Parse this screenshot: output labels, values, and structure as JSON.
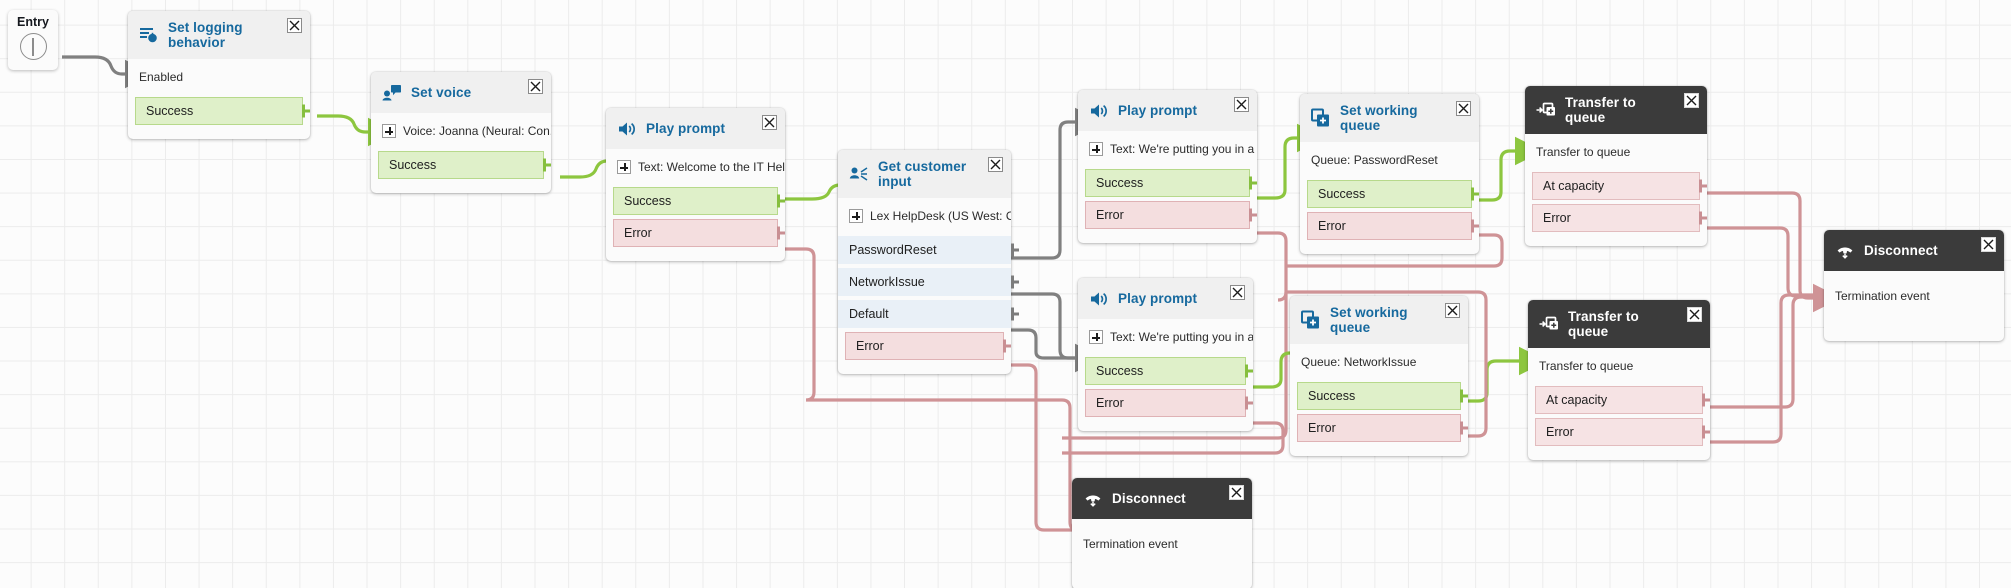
{
  "app": {
    "canvas_name": "contact-flow-canvas",
    "grid": true
  },
  "colors": {
    "title_blue": "#16699e",
    "success_fill": "#dff0c9",
    "success_border": "#b7d98b",
    "error_fill": "#f4dedf",
    "error_border": "#dfb2b5",
    "neutral_fill": "#e9f0f7",
    "dark_header": "#3b3b3b",
    "wire_green": "#8dc63f",
    "wire_red": "#cf9396",
    "wire_grey": "#808080",
    "canvas_bg": "#fcfcfc",
    "grid_line": "#ececec"
  },
  "entry": {
    "label": "Entry",
    "icon": "entry-circle-icon"
  },
  "nodes": [
    {
      "id": "set-logging-behavior",
      "icon": "logging-bug-icon",
      "title": "Set logging behavior",
      "params": [
        {
          "text": "Enabled",
          "has_plus": false
        }
      ],
      "ports": [
        {
          "label": "Success",
          "kind": "success"
        }
      ]
    },
    {
      "id": "set-voice",
      "icon": "set-voice-icon",
      "title": "Set voice",
      "params": [
        {
          "text": "Voice: Joanna (Neural: Con...",
          "has_plus": true
        }
      ],
      "ports": [
        {
          "label": "Success",
          "kind": "success"
        }
      ]
    },
    {
      "id": "play-prompt-welcome",
      "icon": "speaker-icon",
      "title": "Play prompt",
      "params": [
        {
          "text": "Text: Welcome to the IT Hel...",
          "has_plus": true
        }
      ],
      "ports": [
        {
          "label": "Success",
          "kind": "success"
        },
        {
          "label": "Error",
          "kind": "error"
        }
      ]
    },
    {
      "id": "get-customer-input",
      "icon": "get-customer-input-icon",
      "title": "Get customer input",
      "params": [
        {
          "text": "Lex HelpDesk (US West: O...",
          "has_plus": true
        }
      ],
      "ports": [
        {
          "label": "PasswordReset",
          "kind": "neutral"
        },
        {
          "label": "NetworkIssue",
          "kind": "neutral"
        },
        {
          "label": "Default",
          "kind": "neutral"
        },
        {
          "label": "Error",
          "kind": "error"
        }
      ]
    },
    {
      "id": "play-prompt-queue-password",
      "icon": "speaker-icon",
      "title": "Play prompt",
      "params": [
        {
          "text": "Text: We're putting you in a ...",
          "has_plus": true
        }
      ],
      "ports": [
        {
          "label": "Success",
          "kind": "success"
        },
        {
          "label": "Error",
          "kind": "error"
        }
      ]
    },
    {
      "id": "set-working-queue-password",
      "icon": "set-working-queue-icon",
      "title": "Set working queue",
      "params": [
        {
          "text": "Queue: PasswordReset",
          "has_plus": false
        }
      ],
      "ports": [
        {
          "label": "Success",
          "kind": "success"
        },
        {
          "label": "Error",
          "kind": "error"
        }
      ]
    },
    {
      "id": "transfer-to-queue-password",
      "icon": "transfer-to-queue-icon",
      "title": "Transfer to queue",
      "params": [
        {
          "text": "Transfer to queue",
          "has_plus": false
        }
      ],
      "ports": [
        {
          "label": "At capacity",
          "kind": "capacity"
        },
        {
          "label": "Error",
          "kind": "capacity"
        }
      ]
    },
    {
      "id": "play-prompt-queue-network",
      "icon": "speaker-icon",
      "title": "Play prompt",
      "params": [
        {
          "text": "Text: We're putting you in a ...",
          "has_plus": true
        }
      ],
      "ports": [
        {
          "label": "Success",
          "kind": "success"
        },
        {
          "label": "Error",
          "kind": "error"
        }
      ]
    },
    {
      "id": "set-working-queue-network",
      "icon": "set-working-queue-icon",
      "title": "Set working queue",
      "params": [
        {
          "text": "Queue: NetworkIssue",
          "has_plus": false
        }
      ],
      "ports": [
        {
          "label": "Success",
          "kind": "success"
        },
        {
          "label": "Error",
          "kind": "error"
        }
      ]
    },
    {
      "id": "transfer-to-queue-network",
      "icon": "transfer-to-queue-icon",
      "title": "Transfer to queue",
      "params": [
        {
          "text": "Transfer to queue",
          "has_plus": false
        }
      ],
      "ports": [
        {
          "label": "At capacity",
          "kind": "capacity"
        },
        {
          "label": "Error",
          "kind": "capacity"
        }
      ]
    },
    {
      "id": "disconnect-right",
      "icon": "disconnect-icon",
      "title": "Disconnect",
      "params": [
        {
          "text": "Termination event",
          "has_plus": false
        }
      ],
      "ports": []
    },
    {
      "id": "disconnect-bottom",
      "icon": "disconnect-icon",
      "title": "Disconnect",
      "params": [
        {
          "text": "Termination event",
          "has_plus": false
        }
      ],
      "ports": []
    }
  ],
  "close_button_label": "close-icon"
}
